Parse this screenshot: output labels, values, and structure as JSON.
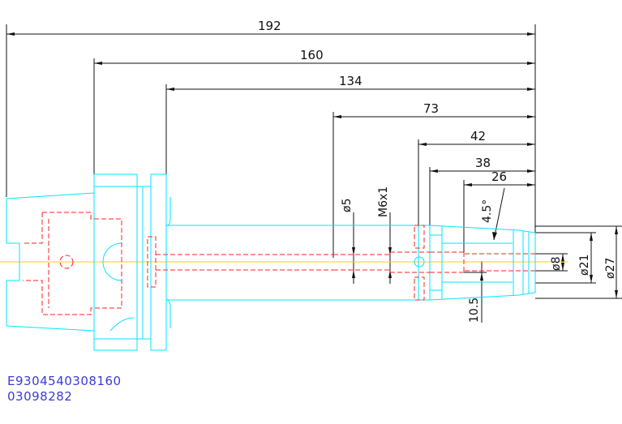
{
  "dimensions": {
    "overall_192": "192",
    "len_160": "160",
    "len_134": "134",
    "len_73": "73",
    "len_42": "42",
    "len_38": "38",
    "len_26": "26",
    "angle": "4.5°",
    "bore_dia_5": "ø5",
    "thread": "M6x1",
    "depth_10_5": "10.5",
    "dia_8": "ø8",
    "dia_21": "ø21",
    "dia_27": "ø27"
  },
  "codes": {
    "line1": "E9304540308160",
    "line2": "03098282"
  },
  "colors": {
    "outline": "#00e5ff",
    "hidden": "#ff2020",
    "centerline": "#ffd200",
    "dimension": "#111111",
    "code_text": "#3b3bd6"
  }
}
